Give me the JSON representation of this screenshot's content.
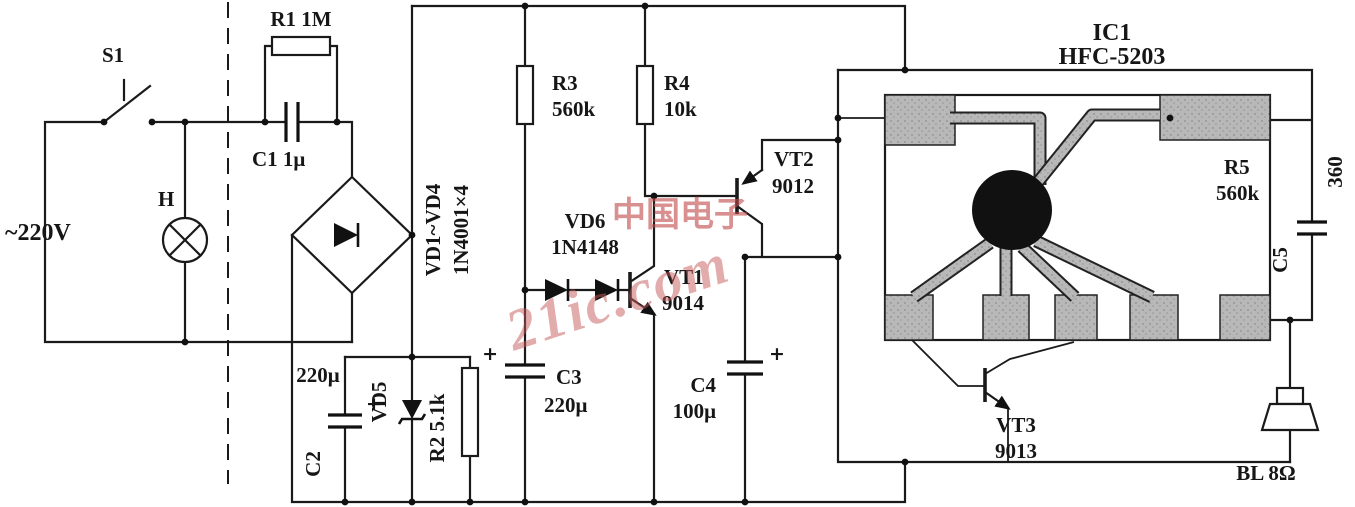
{
  "watermark": {
    "cn": "中国电子",
    "site": "21ic.com"
  },
  "sym": {
    "plus": "+"
  },
  "left": {
    "ac": "~220V",
    "s1": "S1",
    "lamp": "H"
  },
  "dropper": {
    "r1": "R1 1M",
    "c1": "C1 1μ"
  },
  "bridge": {
    "line1": "VD1~VD4",
    "line2": "1N4001×4"
  },
  "reg": {
    "c2_val": "220μ",
    "c2": "C2",
    "vd5": "VD5",
    "r2": "R2 5.1k"
  },
  "mid": {
    "r3": "R3",
    "r3_val": "560k",
    "r4": "R4",
    "r4_val": "10k",
    "vd6": "VD6",
    "vd6_val": "1N4148",
    "vt1": "VT1",
    "vt1_val": "9014",
    "vt2": "VT2",
    "vt2_val": "9012",
    "c3": "C3",
    "c3_val": "220μ",
    "c4": "C4",
    "c4_val": "100μ"
  },
  "ic": {
    "name": "IC1",
    "part": "HFC-5203"
  },
  "right": {
    "r5": "R5",
    "r5_val": "560k",
    "c5": "C5",
    "c5_val": "360",
    "vt3": "VT3",
    "vt3_val": "9013",
    "bl": "BL 8Ω"
  }
}
